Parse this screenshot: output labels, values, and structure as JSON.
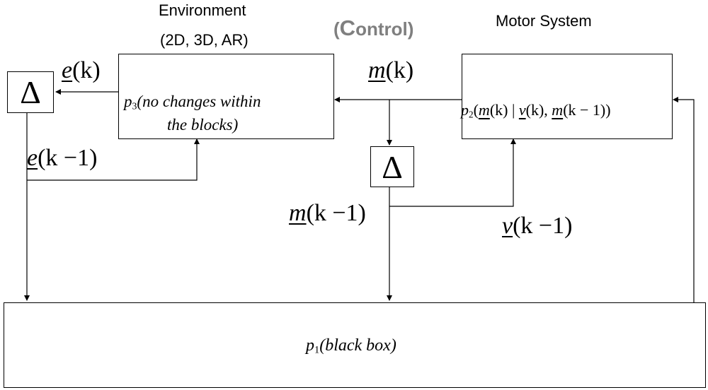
{
  "titles": {
    "environment": "Environment",
    "environment_sub": "(2D, 3D, AR)",
    "control_first": "C",
    "control_rest": "ontrol",
    "motor": "Motor System"
  },
  "blocks": {
    "env": {
      "p": "p",
      "sub": "3",
      "line1": "(no changes within",
      "line2": "the blocks)"
    },
    "motor": {
      "p": "p",
      "sub": "2",
      "open": "(",
      "m": "m",
      "mk": "(k) | ",
      "v": "v",
      "vk": "(k), ",
      "m2": "m",
      "mk1": "(k − 1))"
    },
    "black": {
      "p": "p",
      "sub": "1",
      "text": "(black box)"
    }
  },
  "delta_symbol": "Δ",
  "signals": {
    "e": {
      "sym": "e",
      "rest": "(k)"
    },
    "e_prev": {
      "sym": "e",
      "rest": "(k −1)"
    },
    "m": {
      "sym": "m",
      "rest": "(k)"
    },
    "m_prev": {
      "sym": "m",
      "rest": "(k −1)"
    },
    "v_prev": {
      "sym": "v",
      "rest": "(k −1)"
    }
  },
  "colors": {
    "control_title": "#7f7f7f",
    "line": "#000000"
  }
}
